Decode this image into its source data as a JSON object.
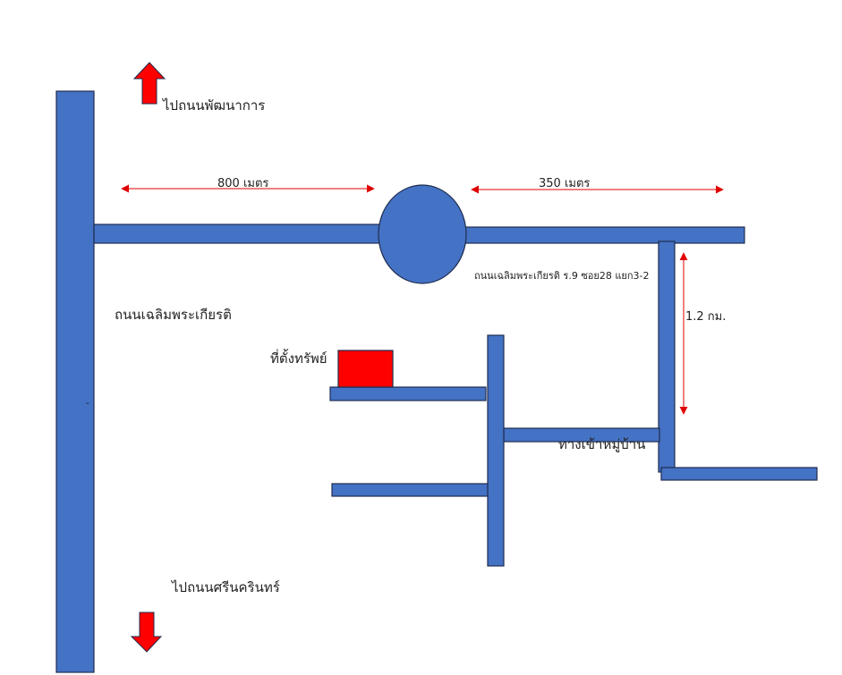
{
  "colors": {
    "road": "#4472C4",
    "road_outline": "#1F2D4F",
    "property": "#FF0000",
    "arrow": "#FF0000",
    "dimension": "#E00000",
    "text": "#222222"
  },
  "labels": {
    "north_destination": "ไปถนนพัฒนาการ",
    "south_destination": "ไปถนนศรีนครินทร์",
    "distance_left": "800 เมตร",
    "distance_right": "350 เมตร",
    "distance_vertical": "1.2 กม.",
    "main_road": "ถนนเฉลิมพระเกียรติ",
    "soi_name": "ถนนเฉลิมพระเกียรติ ร.9 ซอย28 แยก3-2",
    "property": "ที่ตั้งทรัพย์",
    "village_entrance": "ทางเข้าหมู่บ้าน",
    "stray_mark": "-"
  },
  "icons": {
    "north_arrow": "arrow-up-icon",
    "south_arrow": "arrow-down-icon"
  }
}
